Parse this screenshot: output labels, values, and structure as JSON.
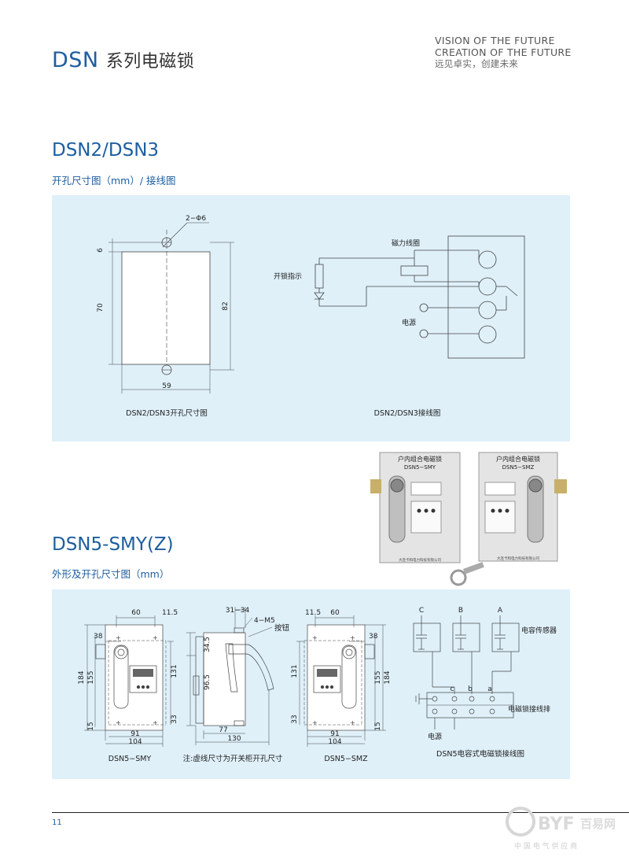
{
  "header": {
    "title_en": "DSN",
    "title_cn": "系列电磁锁",
    "slogan_line1": "VISION OF THE FUTURE",
    "slogan_line2": "CREATION OF THE FUTURE",
    "slogan_cn": "远见卓实，创建未来"
  },
  "section1": {
    "title": "DSN2/DSN3",
    "subtitle": "开孔尺寸图（mm）/ 接线图",
    "diagram1": {
      "hole_label": "2−Φ6",
      "dim_top": "6",
      "dim_left": "70",
      "dim_right": "82",
      "dim_bottom": "59",
      "caption": "DSN2/DSN3开孔尺寸图"
    },
    "diagram2": {
      "coil_label": "磁力线圈",
      "indicator_label": "开锁指示",
      "power_label": "电源",
      "caption": "DSN2/DSN3接线图"
    }
  },
  "section2": {
    "title": "DSN5-SMY(Z)",
    "subtitle": "外形及开孔尺寸图（mm）",
    "photo": {
      "left_label": "户内组合电磁锁",
      "left_model": "DSN5−SMY",
      "right_label": "户内组合电磁锁",
      "right_model": "DSN5−SMZ",
      "left_plate": "大连卡和电力科技有限公司",
      "right_plate": "大连卡和电力科技有限公司"
    },
    "smy": {
      "dim_60": "60",
      "dim_115": "11.5",
      "dim_38": "38",
      "dim_184": "184",
      "dim_155": "155",
      "dim_131": "131",
      "dim_15": "15",
      "dim_33": "33",
      "dim_91": "91",
      "dim_104": "104",
      "caption": "DSN5−SMY"
    },
    "side": {
      "dim_3134": "31−34",
      "dim_4m5": "4−M5",
      "button_label": "按钮",
      "dim_345": "34.5",
      "dim_965": "96.5",
      "dim_77": "77",
      "dim_130": "130",
      "caption": "注:虚线尺寸为开关柜开孔尺寸"
    },
    "smz": {
      "dim_115": "11.5",
      "dim_60": "60",
      "dim_38": "38",
      "dim_131": "131",
      "dim_155": "155",
      "dim_184": "184",
      "dim_33": "33",
      "dim_15": "15",
      "dim_91": "91",
      "dim_104": "104",
      "caption": "DSN5−SMZ"
    },
    "wiring": {
      "phase_c": "C",
      "phase_b": "B",
      "phase_a": "A",
      "sensor_label": "电容传感器",
      "term_c": "c",
      "term_b": "b",
      "term_a": "a",
      "terminal_label": "电磁锁接线排",
      "power_label": "电源",
      "caption": "DSN5电容式电磁锁接线图"
    }
  },
  "footer": {
    "page_number": "11"
  },
  "watermark": {
    "brand": "BYF",
    "brand_cn": "百易网",
    "sub_cn": "中 国 电 气 供 应 商"
  }
}
